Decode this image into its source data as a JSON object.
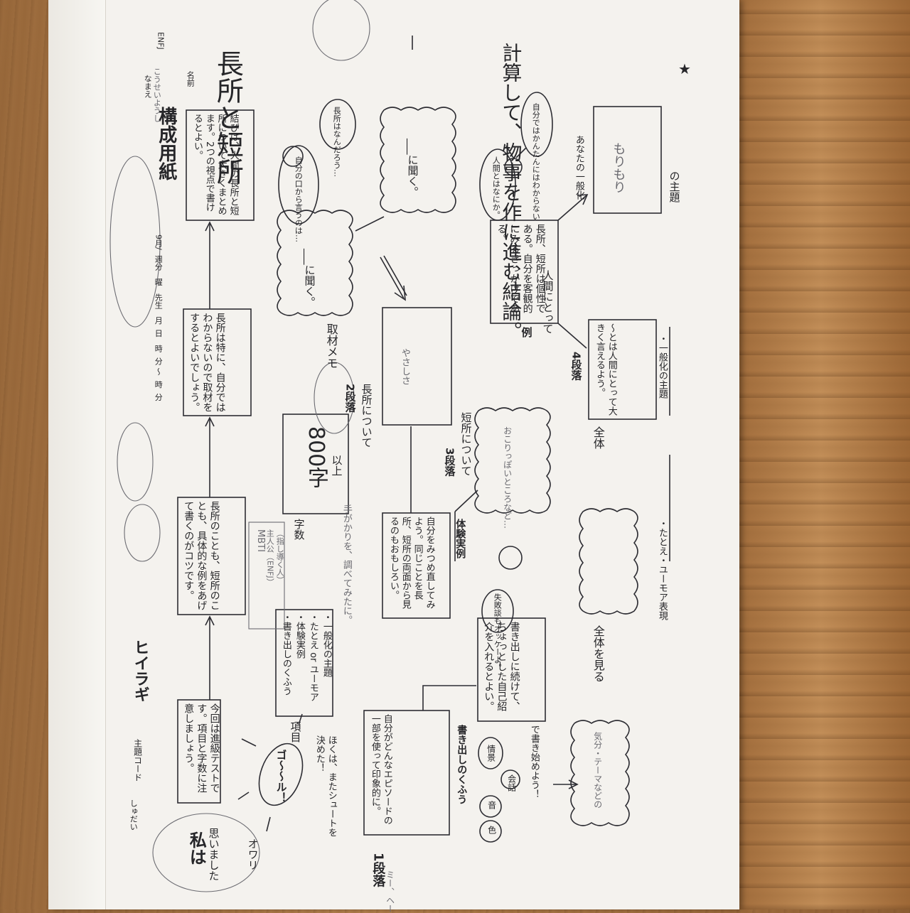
{
  "sheet": {
    "title_furigana": "こうせいようし",
    "title": "構成用紙",
    "type_badge": "ENFJ",
    "theme_code_label": "主題コード",
    "theme_code_furigana": "しゅだい",
    "theme_code_value": "ヒイラギ",
    "date_line": "9月/  週分   曜   先生   月  日   時  分 ～  時  分",
    "name_label": "名前",
    "name_furigana": "なまえ",
    "name_value": "長所と短所"
  },
  "goal": {
    "top_label": "私は",
    "top_sub": "思いました",
    "end_label": "オワリ",
    "goal_bubble": "ゴ〜〜ル！"
  },
  "flow_boxes": {
    "box1": "今回は進級テストです。項目と字数に注意しましょう。",
    "box2": "長所のことも、短所のことも、具体的な例をあげて書くのがコツです。",
    "box3": "長所は特に、自分ではわからないので取材をするとよいでしょう。",
    "box4": "結びは、人間の長所と短所について大きくまとめます。2つの視点で書けるとよい。"
  },
  "requirements": {
    "box_lines": [
      "・書き出しのくふう",
      "・体験実例",
      "・たとえ or ユーモア",
      "・一般化の主題"
    ],
    "label": "項目",
    "note_mbti": "MBTI",
    "note_mbti_sub": "主人公（ENFJ）",
    "note_mbti_sub2": "（指し導く人）",
    "word_count": "800字",
    "word_count_suffix": "以上",
    "jisuu_label": "字数",
    "note_search": "手がかりを、調べてみたに。"
  },
  "paragraph1": {
    "heading": "1段落",
    "body": "自分がどんなエピソードの一部を使って印象的に。",
    "subject": "書き出しのくふう",
    "tags": [
      "情景",
      "会話",
      "音",
      "色"
    ],
    "note_start": "で書き始めよう！",
    "bubble_text": "気分・テーマなどの",
    "right_box": "書き出しに続けて、ちょっとした自己紹介を入れるとよい。",
    "margin_note": "ミー、ヘー"
  },
  "paragraph2": {
    "heading": "2段落",
    "subject": "長所について",
    "detail": "自分をみつめ直してみよう。同じことを長所、短所の両面から見るのもおもしろい。",
    "tag": "体験実例",
    "note_after": "ほくは、またシュートを決めた！",
    "arrow_box_1": "___に聞く。",
    "arrow_box_2": "___に聞く。",
    "interview_label": "取材メモ",
    "frog_bubble": "長所はなんだろう…",
    "frog_bubble_2": "自分の口から言うのは…",
    "rabbit_bubble": "自分ではかんたんにはわからない",
    "rabbit_bubble_2": "人間とはなにか。",
    "pencil_box": "やさしさ"
  },
  "paragraph3": {
    "heading": "3段落",
    "subject": "短所について",
    "pencil_note": "おこりっぽいところなど…",
    "bubble_fail": "失敗談もオッケーよ。",
    "summary": "全体を見る",
    "humor_label": "・たとえ・ユーモア表現"
  },
  "paragraph4": {
    "heading": "4段落",
    "box_text": "長所、短所は個性である。自分を客観的にみるきっかけである。",
    "example_mark": "例",
    "human_label": "人間にとって",
    "theme_box": "〜とは人間にとって大きく言えるよう。",
    "generalization": "・一般化の主題",
    "right_label": "あなたの一般化",
    "right_box": "もりもり",
    "right_footer": "の主題",
    "final_box_title": "全体",
    "conclusion": "計算して、物事を作に進む結論。",
    "star": "★"
  }
}
